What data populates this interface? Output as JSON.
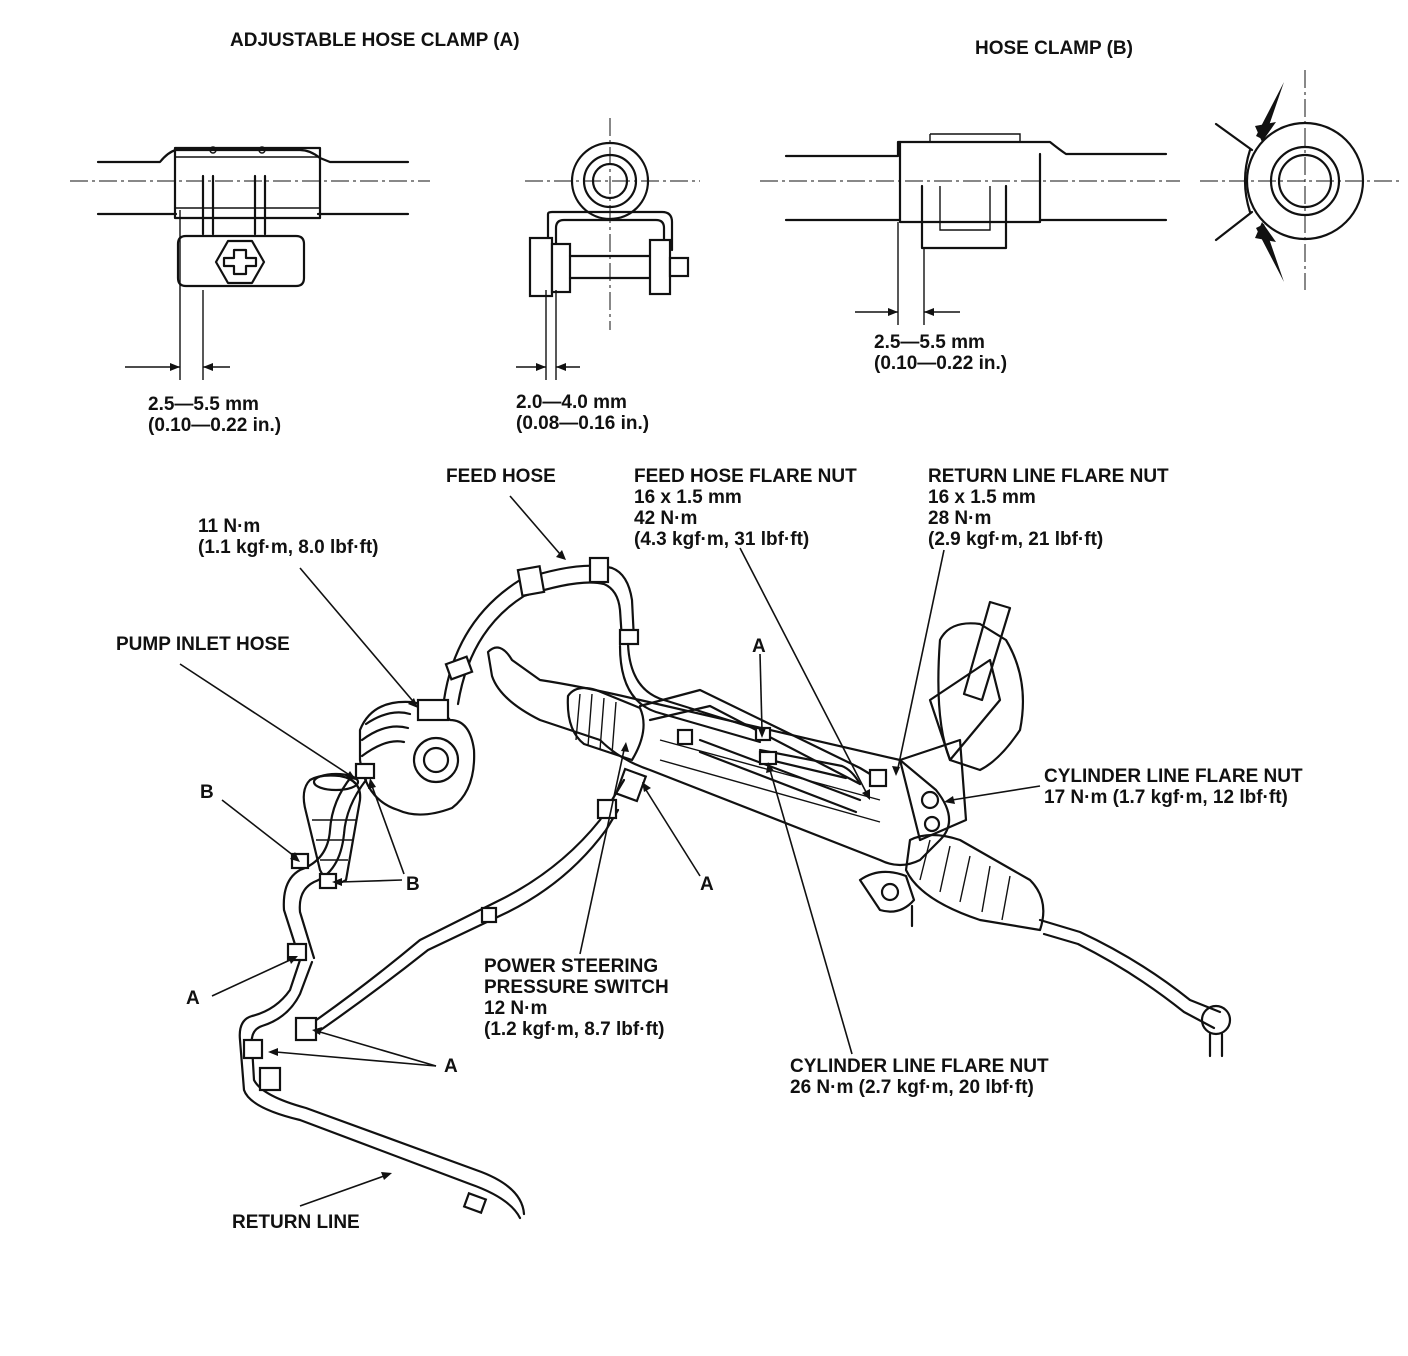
{
  "titles": {
    "clamp_a": "ADJUSTABLE HOSE CLAMP (A)",
    "clamp_b": "HOSE CLAMP (B)"
  },
  "dims": {
    "clamp_a_side": [
      "2.5—5.5 mm",
      "(0.10—0.22 in.)"
    ],
    "clamp_a_end": [
      "2.0—4.0 mm",
      "(0.08—0.16 in.)"
    ],
    "clamp_b_side": [
      "2.5—5.5 mm",
      "(0.10—0.22 in.)"
    ]
  },
  "labels": {
    "feed_hose": "FEED HOSE",
    "pump_torque": [
      "11 N·m",
      "(1.1 kgf·m, 8.0 lbf·ft)"
    ],
    "pump_inlet_hose": "PUMP INLET HOSE",
    "feed_hose_flare_nut": [
      "FEED HOSE FLARE NUT",
      "16 x 1.5 mm",
      "42 N·m",
      "(4.3 kgf·m, 31 lbf·ft)"
    ],
    "return_line_flare_nut": [
      "RETURN LINE FLARE NUT",
      "16 x 1.5 mm",
      "28 N·m",
      "(2.9 kgf·m, 21 lbf·ft)"
    ],
    "cylinder_line_flare_nut_17": [
      "CYLINDER LINE FLARE NUT",
      "17 N·m (1.7 kgf·m, 12 lbf·ft)"
    ],
    "ps_pressure_switch": [
      "POWER STEERING",
      "PRESSURE SWITCH",
      "12 N·m",
      "(1.2 kgf·m, 8.7 lbf·ft)"
    ],
    "cylinder_line_flare_nut_26": [
      "CYLINDER LINE FLARE NUT",
      "26 N·m (2.7 kgf·m, 20 lbf·ft)"
    ],
    "return_line": "RETURN LINE",
    "callout_a_top": "A",
    "callout_a_mid": "A",
    "callout_a_left": "A",
    "callout_a_bottom": "A",
    "callout_b_left": "B",
    "callout_b_right": "B"
  }
}
